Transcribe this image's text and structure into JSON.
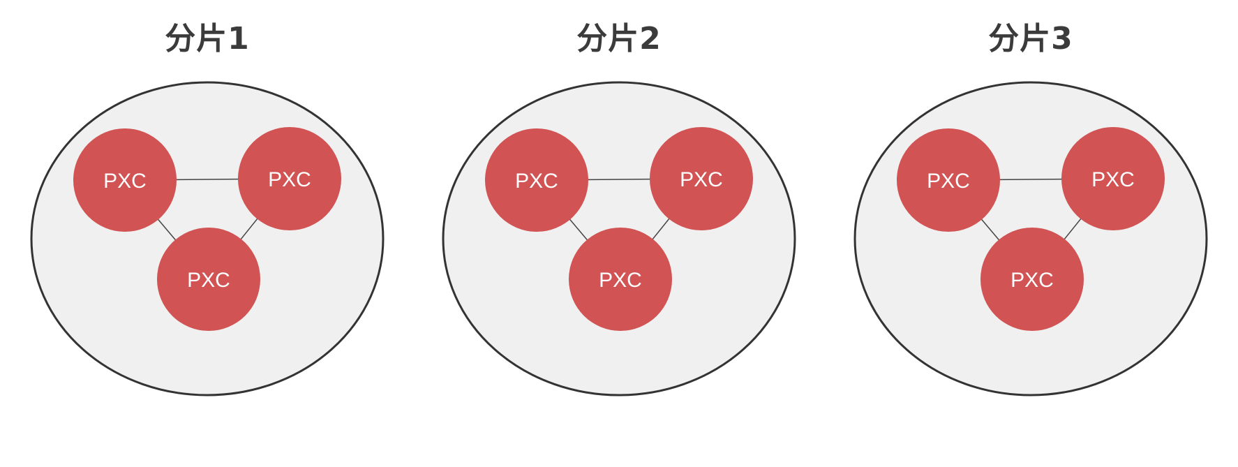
{
  "diagram": {
    "shards": [
      {
        "title": "分片1",
        "nodes": {
          "left": "PXC",
          "right": "PXC",
          "bottom": "PXC"
        }
      },
      {
        "title": "分片2",
        "nodes": {
          "left": "PXC",
          "right": "PXC",
          "bottom": "PXC"
        }
      },
      {
        "title": "分片3",
        "nodes": {
          "left": "PXC",
          "right": "PXC",
          "bottom": "PXC"
        }
      }
    ],
    "colors": {
      "node_fill": "#d15353",
      "node_text": "#ffffff",
      "ellipse_fill": "#f0f0f0",
      "ellipse_stroke": "#333333",
      "link_stroke": "#444444",
      "title_color": "#3b3b3b"
    }
  }
}
